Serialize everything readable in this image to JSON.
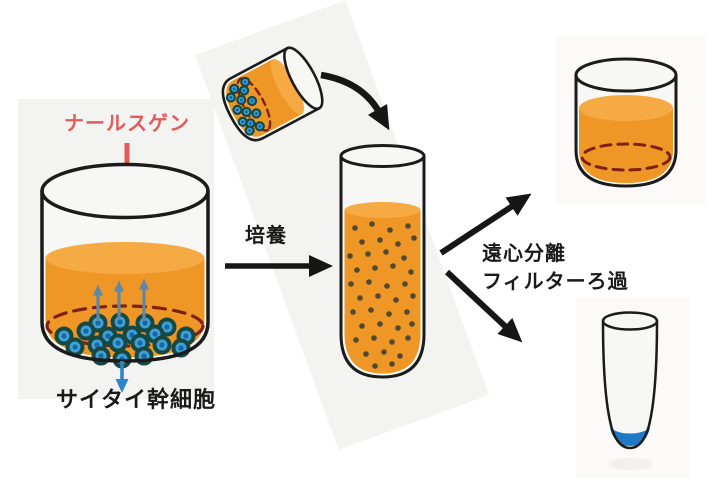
{
  "labels": {
    "reagent": "ナールスゲン",
    "stem_cells": "サイタイ幹細胞",
    "culture_step": "培養",
    "separation_step_line1": "遠心分離",
    "separation_step_line2": "フィルターろ過"
  },
  "colors": {
    "culture_orange": "#EF9726",
    "culture_orange_surface": "#F6AA43",
    "stem_cell_blue": "#3FA0D8",
    "stem_cell_ring": "#184842",
    "stem_cell_nucleus": "#1468A6",
    "suspension_dot": "#4F4A2F",
    "reagent_red": "#E25B5B",
    "arrow_black": "#161616",
    "boundary_maroon": "#7E2113",
    "release_arrow_steel": "#5E89A6",
    "collect_arrow_blue": "#2E86C9",
    "filtrate_blue": "#1E7AC7",
    "outline_dark": "#1B1B1B",
    "panel_gray": "#F3F3F1"
  }
}
